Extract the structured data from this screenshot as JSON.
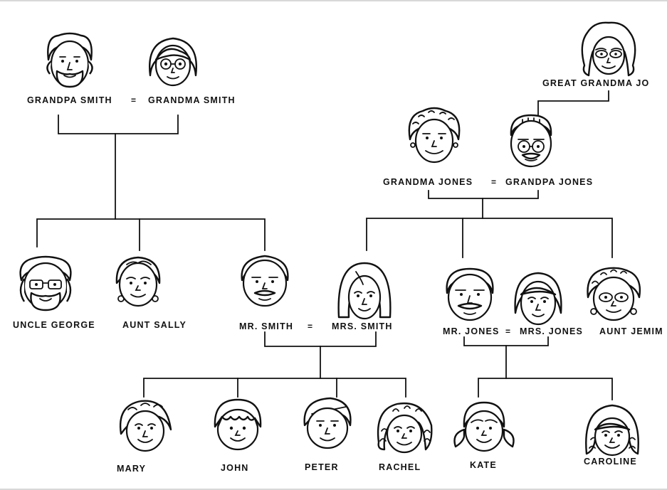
{
  "members": {
    "grandpa_smith": "GRANDPA SMITH",
    "grandma_smith": "GRANDMA SMITH",
    "great_grandma_jones": "GREAT GRANDMA JO",
    "grandma_jones": "GRANDMA JONES",
    "grandpa_jones": "GRANDPA JONES",
    "uncle_george": "UNCLE GEORGE",
    "aunt_sally": "AUNT SALLY",
    "mr_smith": "MR. SMITH",
    "mrs_smith": "MRS. SMITH",
    "mr_jones": "MR. JONES",
    "mrs_jones": "MRS. JONES",
    "aunt_jemima": "AUNT JEMIM",
    "mary": "MARY",
    "john": "JOHN",
    "peter": "PETER",
    "rachel": "RACHEL",
    "kate": "KATE",
    "caroline": "CAROLINE"
  },
  "marriage_symbol": "="
}
